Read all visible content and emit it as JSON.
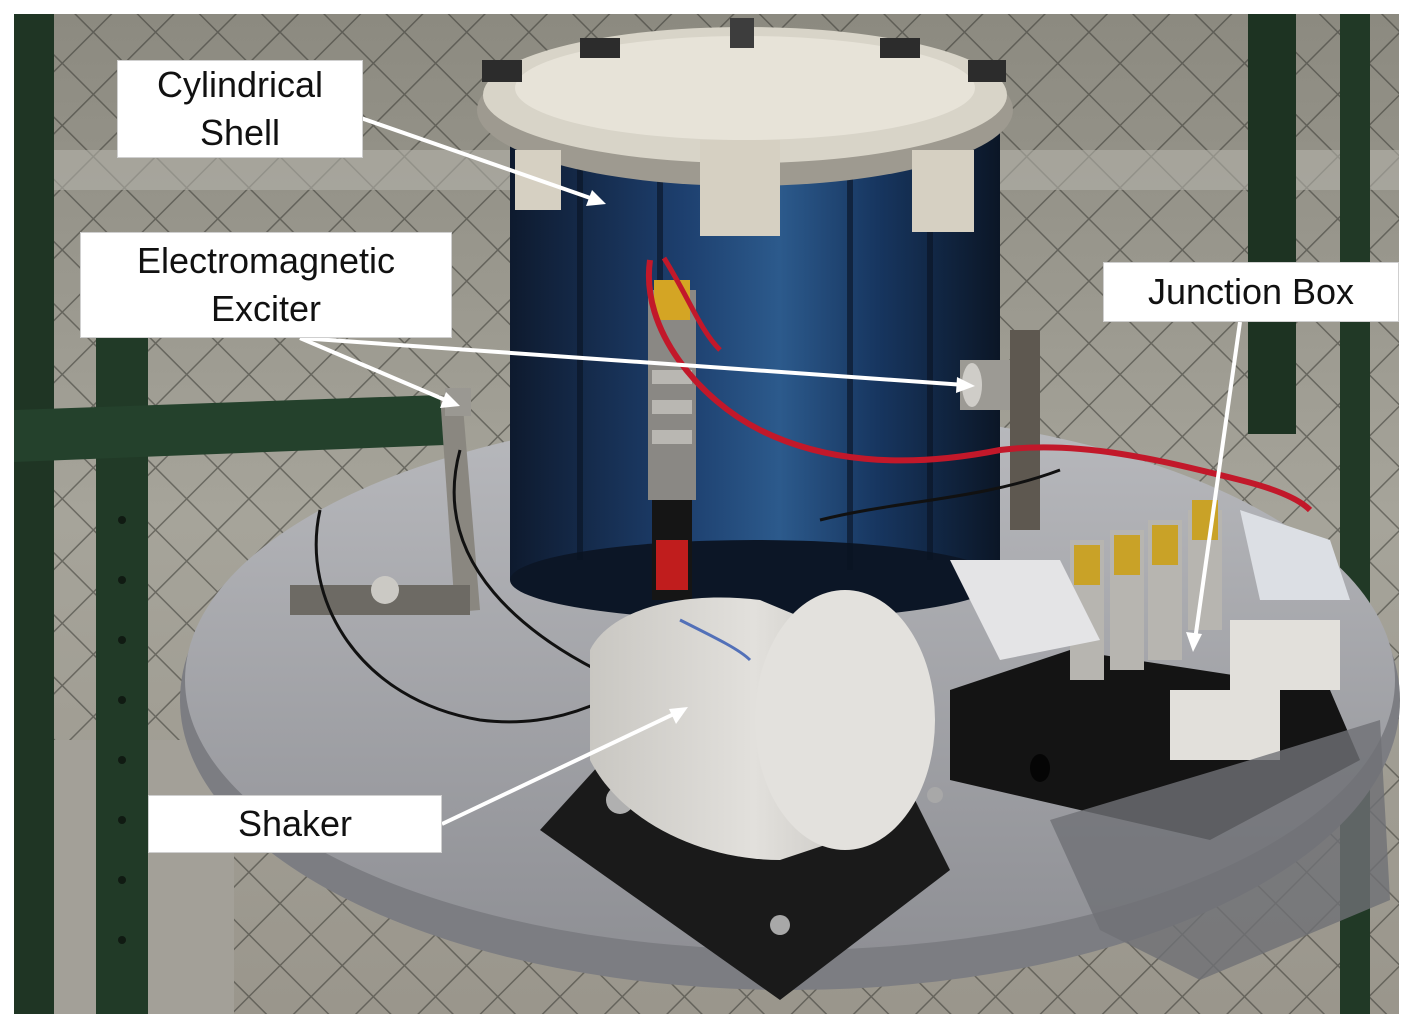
{
  "figure": {
    "labels": {
      "cylindrical_shell": [
        "Cylindrical",
        "Shell"
      ],
      "electromagnetic_exciter": [
        "Electromagnetic",
        "Exciter"
      ],
      "junction_box": [
        "Junction Box"
      ],
      "shaker": [
        "Shaker"
      ]
    }
  }
}
